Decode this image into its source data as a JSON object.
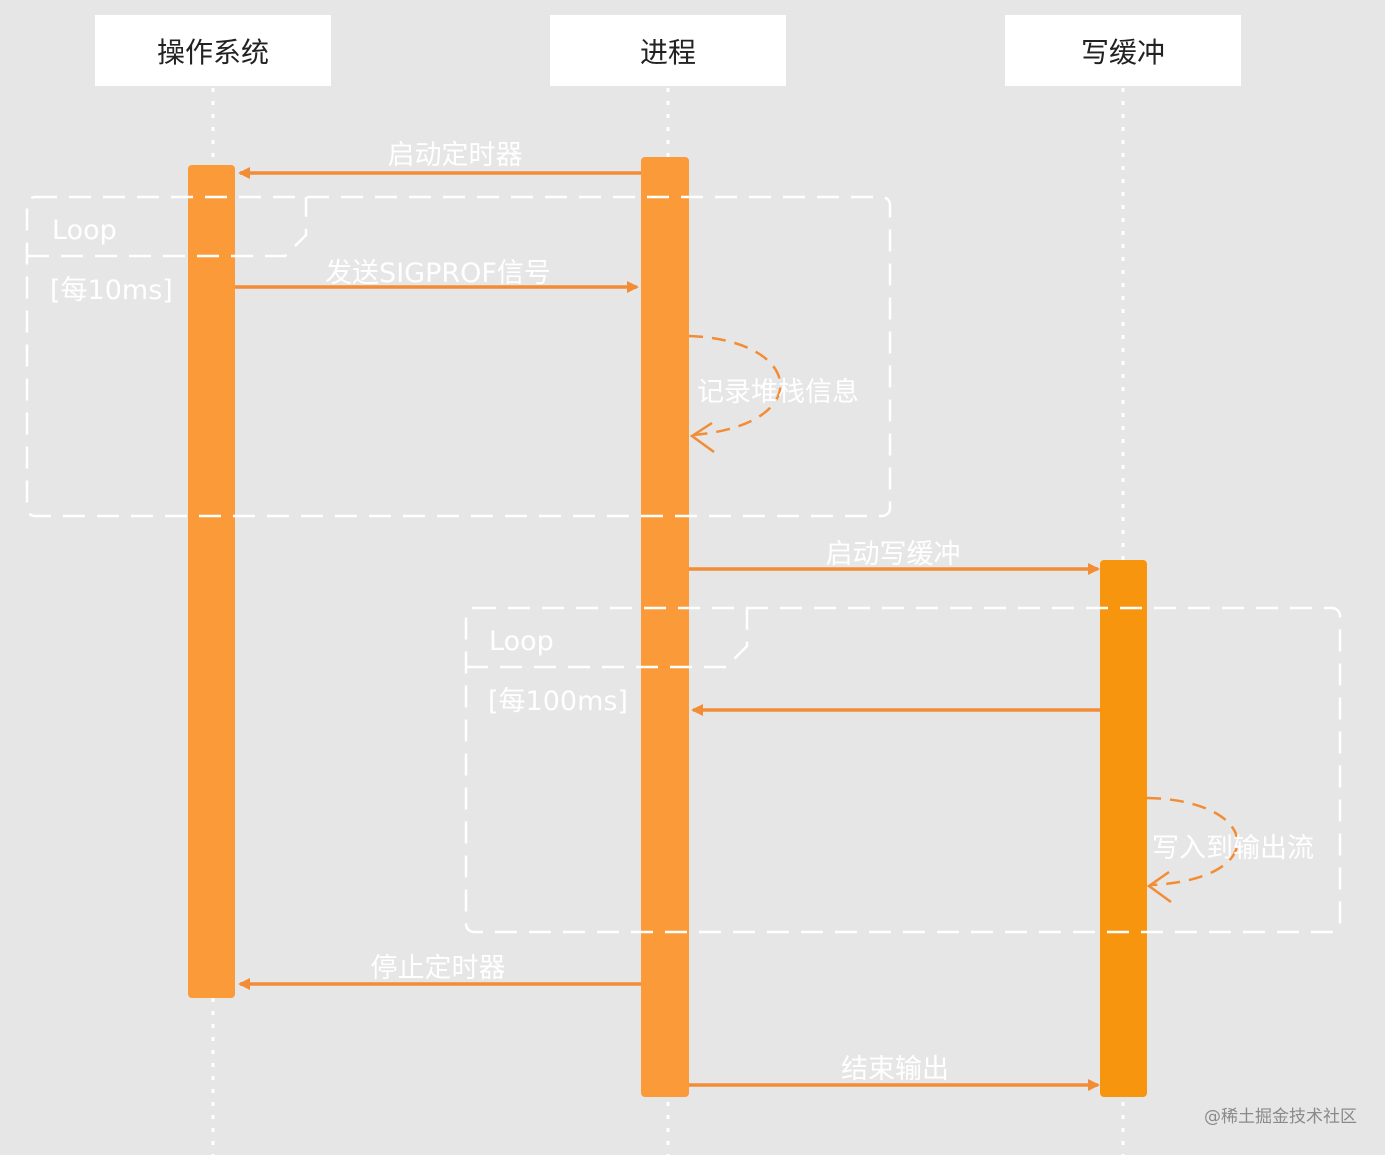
{
  "actors": [
    {
      "id": "os",
      "label": "操作系统"
    },
    {
      "id": "process",
      "label": "进程"
    },
    {
      "id": "buffer",
      "label": "写缓冲"
    }
  ],
  "loops": [
    {
      "title": "Loop",
      "condition": "[每10ms]"
    },
    {
      "title": "Loop",
      "condition": "[每100ms]"
    }
  ],
  "messages": [
    {
      "label": "启动定时器",
      "from": "process",
      "to": "os",
      "style": "solid"
    },
    {
      "label": "发送SIGPROF信号",
      "from": "os",
      "to": "process",
      "style": "solid"
    },
    {
      "label": "记录堆栈信息",
      "from": "process",
      "to": "process",
      "style": "dashed"
    },
    {
      "label": "启动写缓冲",
      "from": "process",
      "to": "buffer",
      "style": "solid"
    },
    {
      "label": "",
      "from": "buffer",
      "to": "process",
      "style": "solid"
    },
    {
      "label": "写入到输出流",
      "from": "buffer",
      "to": "buffer",
      "style": "dashed"
    },
    {
      "label": "停止定时器",
      "from": "process",
      "to": "os",
      "style": "solid"
    },
    {
      "label": "结束输出",
      "from": "process",
      "to": "buffer",
      "style": "solid"
    }
  ],
  "watermark": "@稀土掘金技术社区",
  "colors": {
    "background": "#e6e6e6",
    "activation": "#fa9a38",
    "activation_buffer": "#f7950e",
    "arrow": "#f28c35",
    "frame": "#ffffff"
  }
}
